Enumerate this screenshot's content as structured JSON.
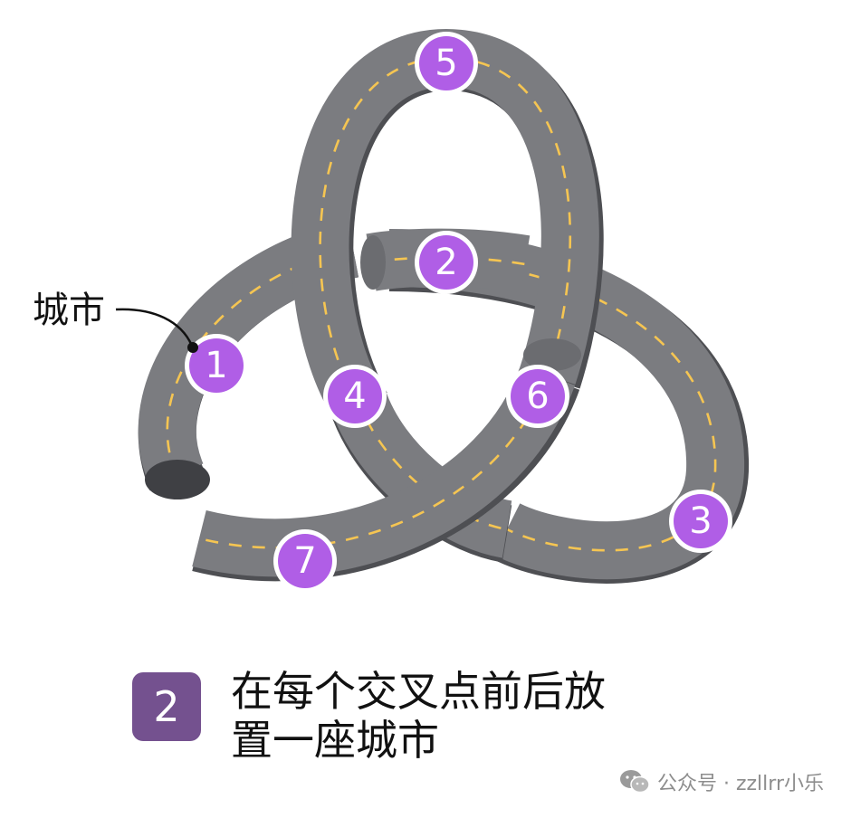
{
  "callout": {
    "label": "城市"
  },
  "cities": [
    {
      "id": "1",
      "label": "1"
    },
    {
      "id": "2",
      "label": "2"
    },
    {
      "id": "3",
      "label": "3"
    },
    {
      "id": "4",
      "label": "4"
    },
    {
      "id": "5",
      "label": "5"
    },
    {
      "id": "6",
      "label": "6"
    },
    {
      "id": "7",
      "label": "7"
    }
  ],
  "step": {
    "number": "2",
    "text_line1": "在每个交叉点前后放",
    "text_line2": "置一座城市"
  },
  "footer": {
    "text": "公众号 · zzllrr小乐"
  },
  "colors": {
    "road": "#7b7c80",
    "road_shadow": "#4e4f53",
    "lane_dash": "#f5c552",
    "city": "#b05ee6",
    "badge": "#74518f"
  }
}
